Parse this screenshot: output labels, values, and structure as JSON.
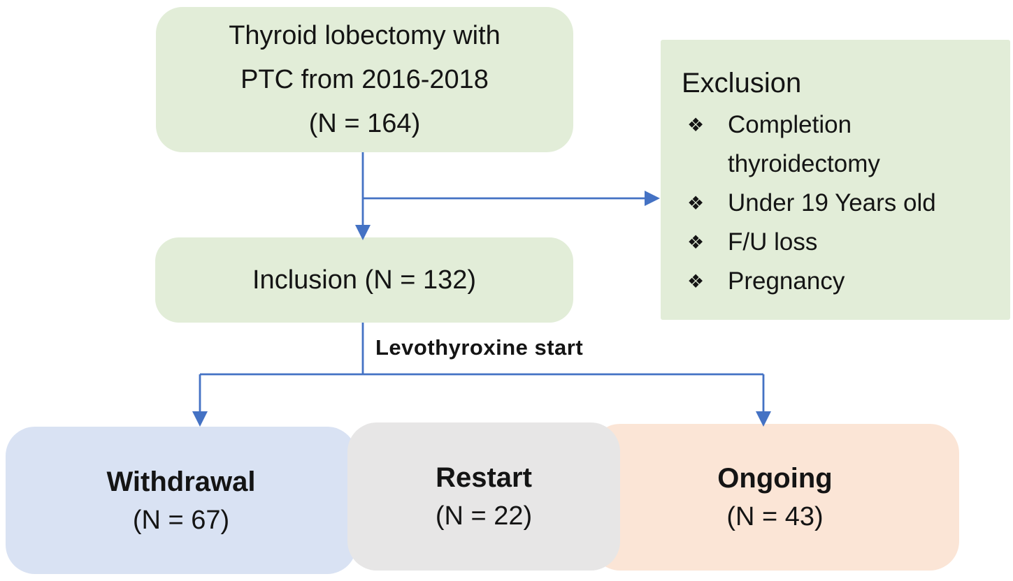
{
  "flowchart": {
    "top_box": {
      "line1": "Thyroid lobectomy with",
      "line2": "PTC from 2016-2018",
      "line3": "(N = 164)"
    },
    "exclusion_box": {
      "heading": "Exclusion",
      "bullet_glyph": "❖",
      "items": [
        "Completion thyroidectomy",
        "Under 19 Years old",
        "F/U loss",
        "Pregnancy"
      ]
    },
    "inclusion_box": {
      "label": "Inclusion (N = 132)"
    },
    "branch_label": "Levothyroxine start",
    "outcome_boxes": [
      {
        "title": "Withdrawal",
        "n": "(N = 67)"
      },
      {
        "title": "Restart",
        "n": "(N = 22)"
      },
      {
        "title": "Ongoing",
        "n": "(N = 43)"
      }
    ]
  },
  "colors": {
    "process_green": "#e2edd8",
    "withdrawal_blue": "#d9e2f3",
    "restart_gray": "#e7e6e6",
    "ongoing_peach": "#fbe5d6",
    "arrow_blue": "#4472c4",
    "text": "#141414"
  }
}
